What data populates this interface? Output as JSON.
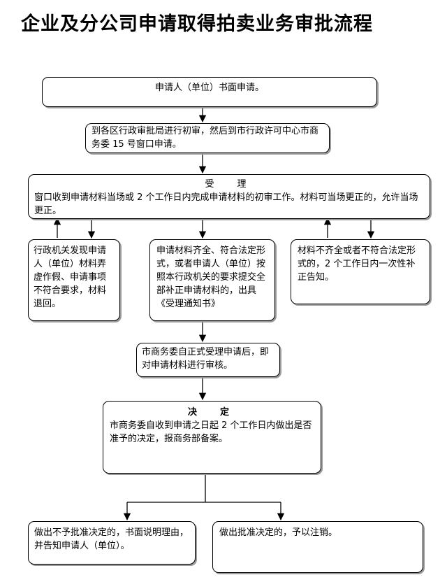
{
  "title": "企业及分公司申请取得拍卖业务审批流程",
  "steps": {
    "apply": "申请人（单位）书面申请。",
    "initial_review": "到各区行政审批局进行初审，然后到市行政许可中心市商务委 15 号窗口申请。",
    "accept": {
      "heading": "受　理",
      "text": "窗口收到申请材料当场或 2 个工作日内完成申请材料的初审工作。材料可当场更正的，允许当场更正。"
    },
    "reject_fraud": "行政机关发现申请人（单位）材料弄虚作假、申请事项不符合要求，材料退回。",
    "complete": "申请材料齐全、符合法定形式，或者申请人（单位）按照本行政机关的要求提交全部补正申请材料的，出具《受理通知书》",
    "incomplete": "材料不齐全或者不符合法定形式的，2 个工作日内一次性补正告知。",
    "review": "市商务委自正式受理申请后，即对申请材料进行审核。",
    "decide": {
      "heading": "决　定",
      "text": "市商务委自收到申请之日起 2 个工作日内做出是否准予的决定，报商务部备案。"
    },
    "deny": "做出不予批准决定的，书面说明理由，并告知申请人（单位）。",
    "approve": "做出批准决定的，予以注销。"
  }
}
